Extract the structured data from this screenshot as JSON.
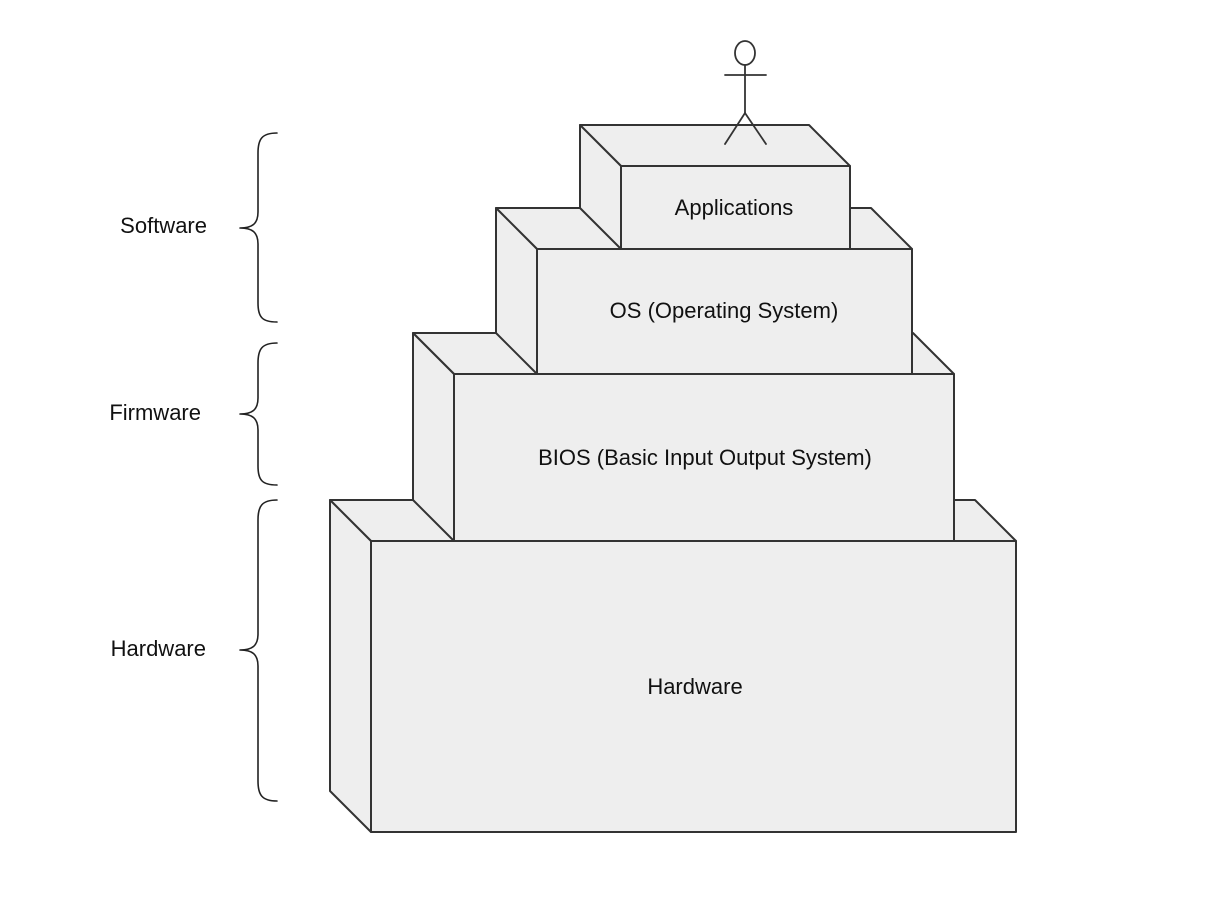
{
  "colors": {
    "box_fill": "#eeeeee",
    "stroke": "#333333",
    "text": "#111111"
  },
  "layers": [
    {
      "label": "Hardware"
    },
    {
      "label": "BIOS (Basic Input Output System)"
    },
    {
      "label": "OS (Operating System)"
    },
    {
      "label": "Applications"
    }
  ],
  "groups": [
    {
      "label": "Software"
    },
    {
      "label": "Firmware"
    },
    {
      "label": "Hardware"
    }
  ],
  "actor": {
    "icon": "stick-figure-user-icon"
  }
}
